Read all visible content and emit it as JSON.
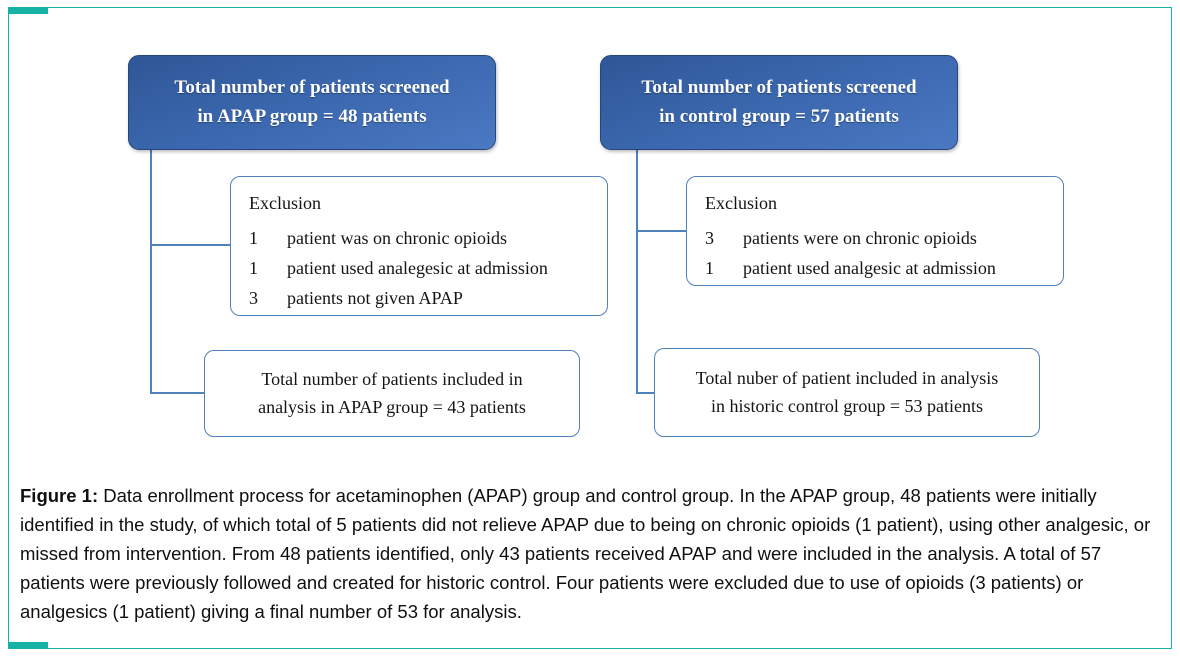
{
  "colors": {
    "frame_accent": "#16b3a5",
    "flow_box_blue": "#3a66ad",
    "box_border_blue": "#4f81bd"
  },
  "flowchart": {
    "apap": {
      "screened": {
        "line1": "Total number of patients screened",
        "line2": "in APAP group = 48 patients"
      },
      "exclusion": {
        "title": "Exclusion",
        "items": [
          {
            "count": "1",
            "text": "patient was on chronic opioids"
          },
          {
            "count": "1",
            "text": "patient used analegesic at admission"
          },
          {
            "count": "3",
            "text": "patients not given APAP"
          }
        ]
      },
      "included": {
        "line1": "Total number of patients included in",
        "line2": "analysis in APAP group = 43 patients"
      }
    },
    "control": {
      "screened": {
        "line1": "Total number of patients screened",
        "line2": "in control group = 57 patients"
      },
      "exclusion": {
        "title": "Exclusion",
        "items": [
          {
            "count": "3",
            "text": "patients were on chronic opioids"
          },
          {
            "count": "1",
            "text": "patient used analgesic at admission"
          }
        ]
      },
      "included": {
        "line1": "Total nuber of patient included in analysis",
        "line2": "in historic control group = 53 patients"
      }
    }
  },
  "caption": {
    "label": "Figure 1:",
    "text": "Data enrollment process for acetaminophen (APAP) group and control group. In the APAP group, 48 patients were initially identified in the study, of which total of 5 patients did not relieve APAP due to being on chronic opioids (1 patient), using other analgesic, or missed from intervention. From 48 patients identified, only 43 patients received APAP and were included in the analysis. A total of 57 patients were previously followed and created for historic control. Four patients were excluded due to use of opioids (3 patients) or analgesics (1 patient) giving a final number of 53 for analysis."
  }
}
